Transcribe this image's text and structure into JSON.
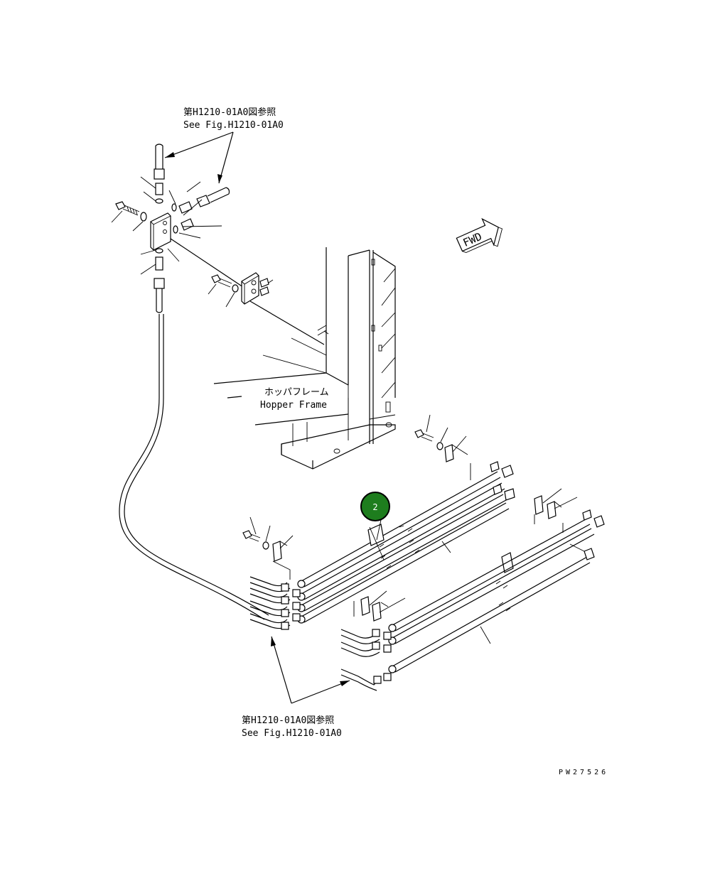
{
  "top_reference": {
    "jp": "第H1210-01A0図参照",
    "en": "See Fig.H1210-01A0"
  },
  "bottom_reference": {
    "jp": "第H1210-01A0図参照",
    "en": "See Fig.H1210-01A0"
  },
  "hopper_frame": {
    "jp": "ホッパフレーム",
    "en": "Hopper Frame"
  },
  "fwd_label": "FWD",
  "callout": {
    "number": "2",
    "color": "#1e7d1e"
  },
  "drawing_code": "PW27526"
}
